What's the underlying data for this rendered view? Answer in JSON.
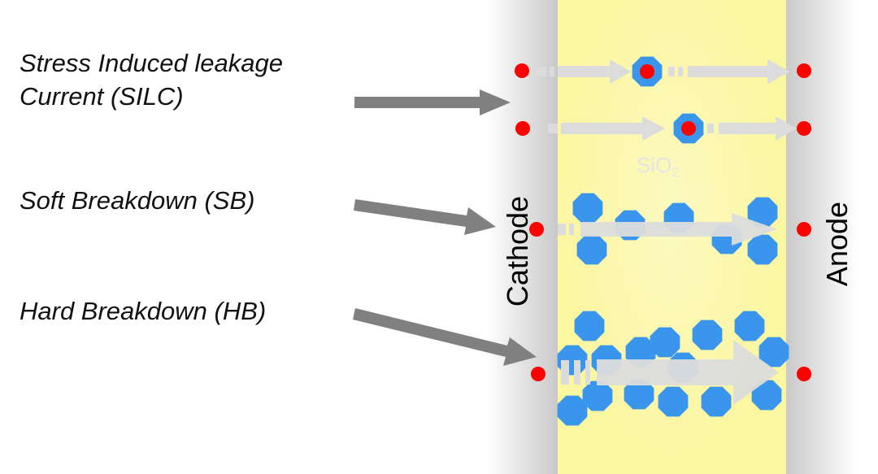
{
  "labels": {
    "silc_line1": "Stress Induced leakage",
    "silc_line2": "Current (SILC)",
    "sb": "Soft Breakdown (SB)",
    "hb": "Hard Breakdown (HB)"
  },
  "electrodes": {
    "cathode": "Cathode",
    "anode": "Anode"
  },
  "oxide": {
    "formula": "SiO",
    "subscript": "2"
  },
  "colors": {
    "oxide_fill": "#fbf6a0",
    "electrode_gray": "#c9c9c9",
    "defect_blue": "#3a96ec",
    "electron_red": "#ff0000",
    "pointer_arrow": "#808080",
    "flow_arrow": "#dcdcdc"
  }
}
